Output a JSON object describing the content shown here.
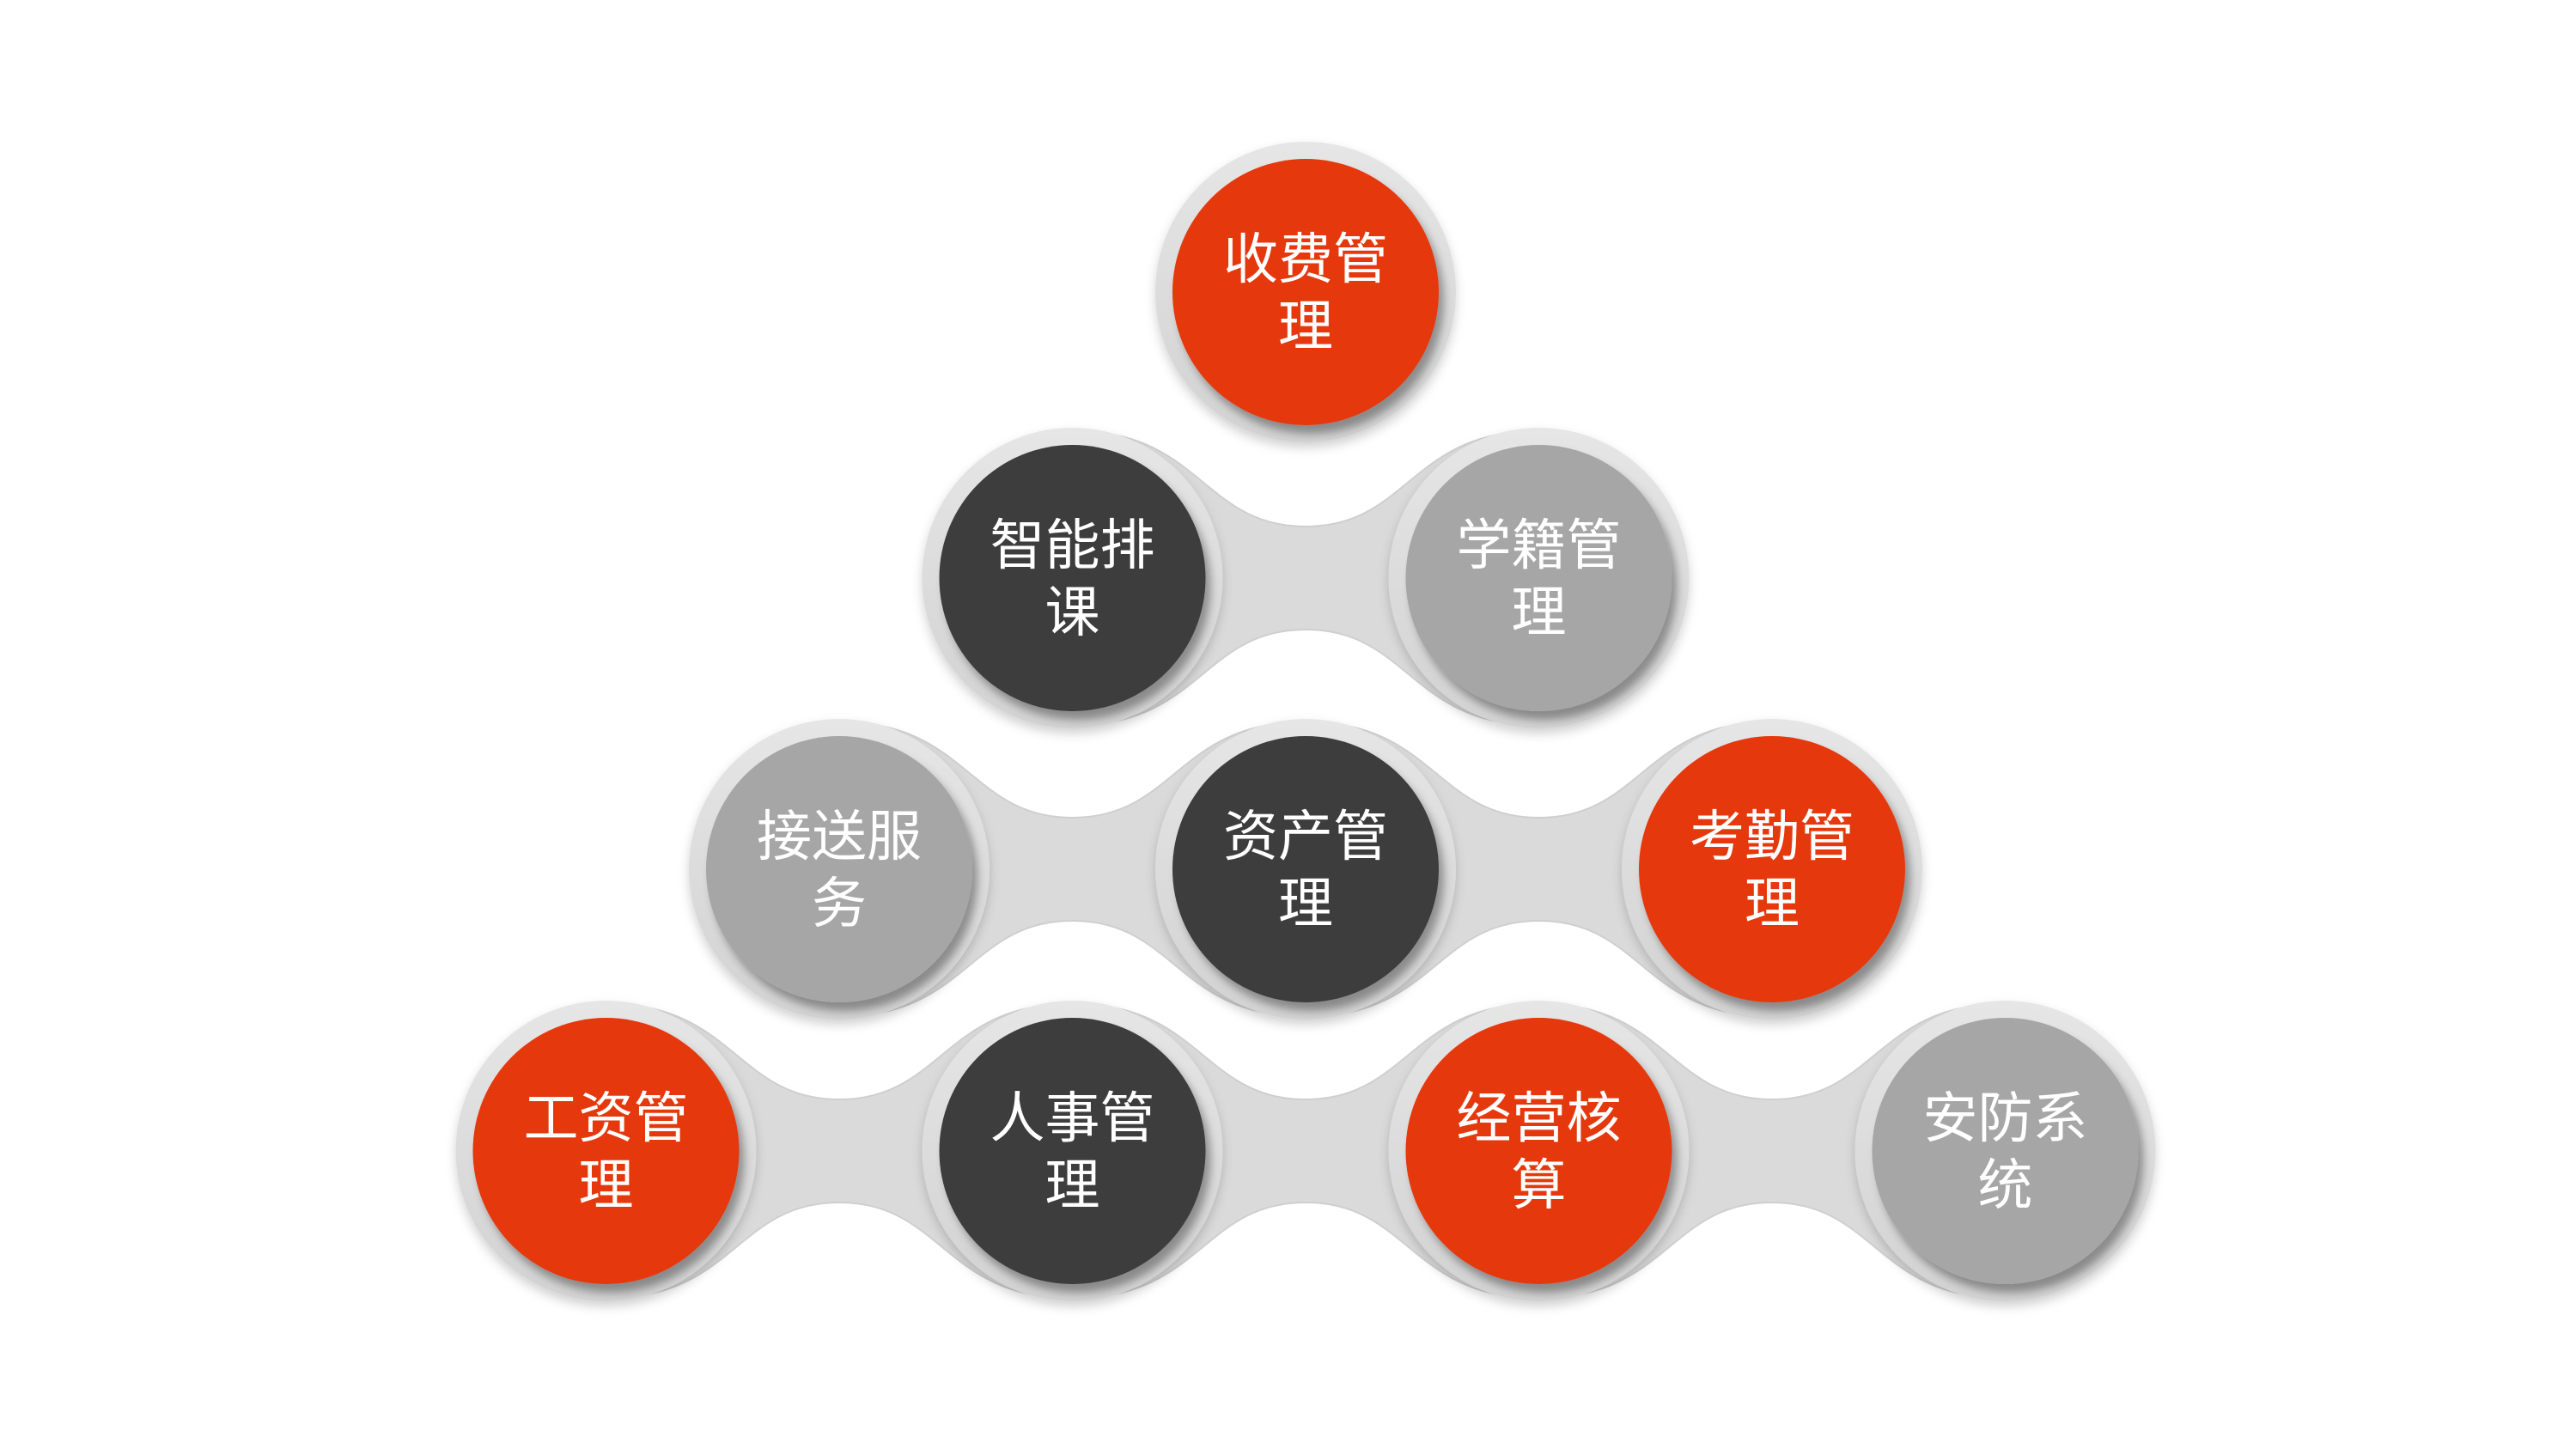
{
  "colors": {
    "red": "#E5380F",
    "dark": "#3D3D3D",
    "gray": "#A6A6A6",
    "connector": "#DADADA",
    "connector_edge": "#CFCFCF"
  },
  "rows": [
    {
      "nodes": [
        {
          "lines": [
            "收费管",
            "理"
          ],
          "color": "red"
        }
      ]
    },
    {
      "nodes": [
        {
          "lines": [
            "智能排",
            "课"
          ],
          "color": "dark"
        },
        {
          "lines": [
            "学籍管",
            "理"
          ],
          "color": "gray"
        }
      ]
    },
    {
      "nodes": [
        {
          "lines": [
            "接送服",
            "务"
          ],
          "color": "gray"
        },
        {
          "lines": [
            "资产管",
            "理"
          ],
          "color": "dark"
        },
        {
          "lines": [
            "考勤管",
            "理"
          ],
          "color": "red"
        }
      ]
    },
    {
      "nodes": [
        {
          "lines": [
            "工资管",
            "理"
          ],
          "color": "red"
        },
        {
          "lines": [
            "人事管",
            "理"
          ],
          "color": "dark"
        },
        {
          "lines": [
            "经营核",
            "算"
          ],
          "color": "red"
        },
        {
          "lines": [
            "安防系",
            "统"
          ],
          "color": "gray"
        }
      ]
    }
  ]
}
